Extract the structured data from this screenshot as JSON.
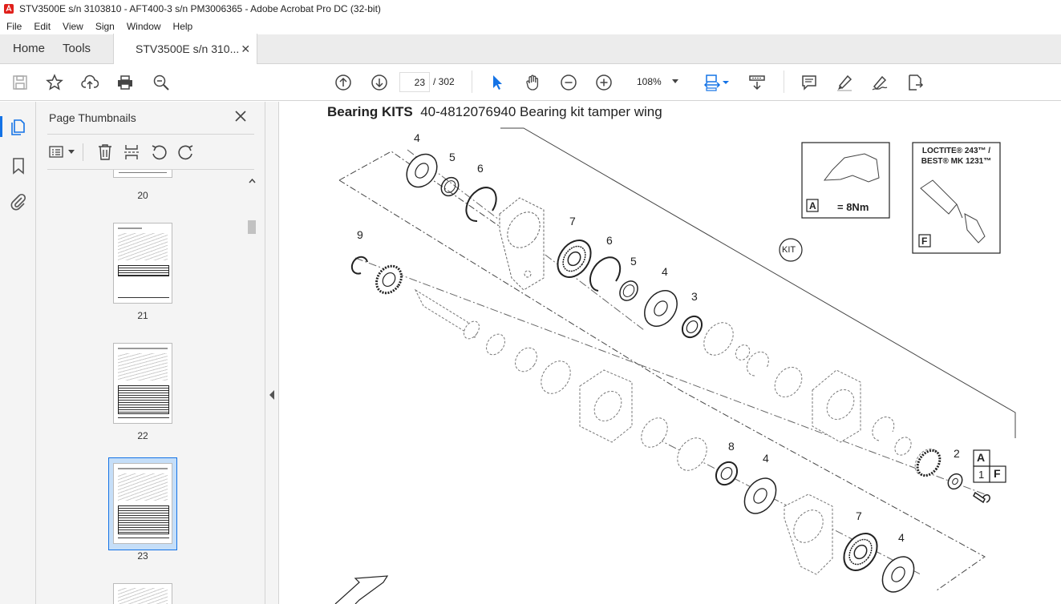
{
  "window": {
    "title": "STV3500E s/n 3103810 - AFT400-3 s/n PM3006365 - Adobe Acrobat Pro DC (32-bit)"
  },
  "menu": [
    "File",
    "Edit",
    "View",
    "Sign",
    "Window",
    "Help"
  ],
  "tabs": {
    "home": "Home",
    "tools": "Tools",
    "doc": "STV3500E s/n 310..."
  },
  "toolbar": {
    "page_current": "23",
    "page_total": "/ 302",
    "zoom": "108%"
  },
  "panel": {
    "title": "Page Thumbnails"
  },
  "thumbnails": [
    {
      "label": "20"
    },
    {
      "label": "21"
    },
    {
      "label": "22"
    },
    {
      "label": "23"
    }
  ],
  "document": {
    "heading_bold": "Bearing KITS",
    "heading_rest": "40-4812076940 Bearing kit tamper wing",
    "torque_label": "= 8Nm",
    "torque_key": "A",
    "loctite_label_1": "LOCTITE® 243™ /",
    "loctite_label_2": "BEST® MK 1231™",
    "loctite_key": "F",
    "kit_label": "KIT",
    "callouts": [
      "4",
      "5",
      "6",
      "9",
      "7",
      "6",
      "5",
      "4",
      "3",
      "8",
      "4",
      "2",
      "7",
      "4"
    ],
    "key_a": "A",
    "key_1": "1",
    "key_f": "F"
  },
  "colors": {
    "accent": "#1473e6",
    "acrobat_red": "#e0201b"
  }
}
